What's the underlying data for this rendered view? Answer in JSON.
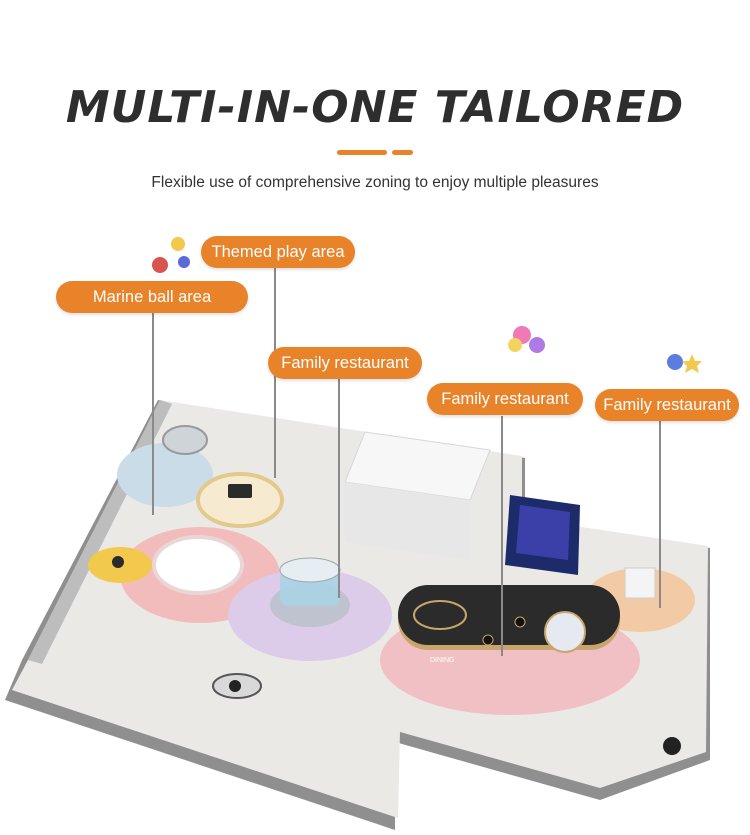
{
  "header": {
    "title": "MULTI-IN-ONE TAILORED",
    "subtitle": "Flexible use of comprehensive zoning to enjoy multiple pleasures"
  },
  "callouts": [
    {
      "label": "Marine ball area"
    },
    {
      "label": "Themed play area"
    },
    {
      "label": "Family restaurant"
    },
    {
      "label": "Family restaurant"
    },
    {
      "label": "Family restaurant"
    }
  ],
  "scene": {
    "dining_sign": "DINING"
  },
  "colors": {
    "accent": "#e8832a",
    "title": "#2e2e2e",
    "floor": "#e9e7e4",
    "wall": "#8d8d8d",
    "pink_zone": "#f2b7b7",
    "lilac_zone": "#d9c9ea",
    "counter": "#2b2b2b",
    "gold": "#e3b64a"
  }
}
